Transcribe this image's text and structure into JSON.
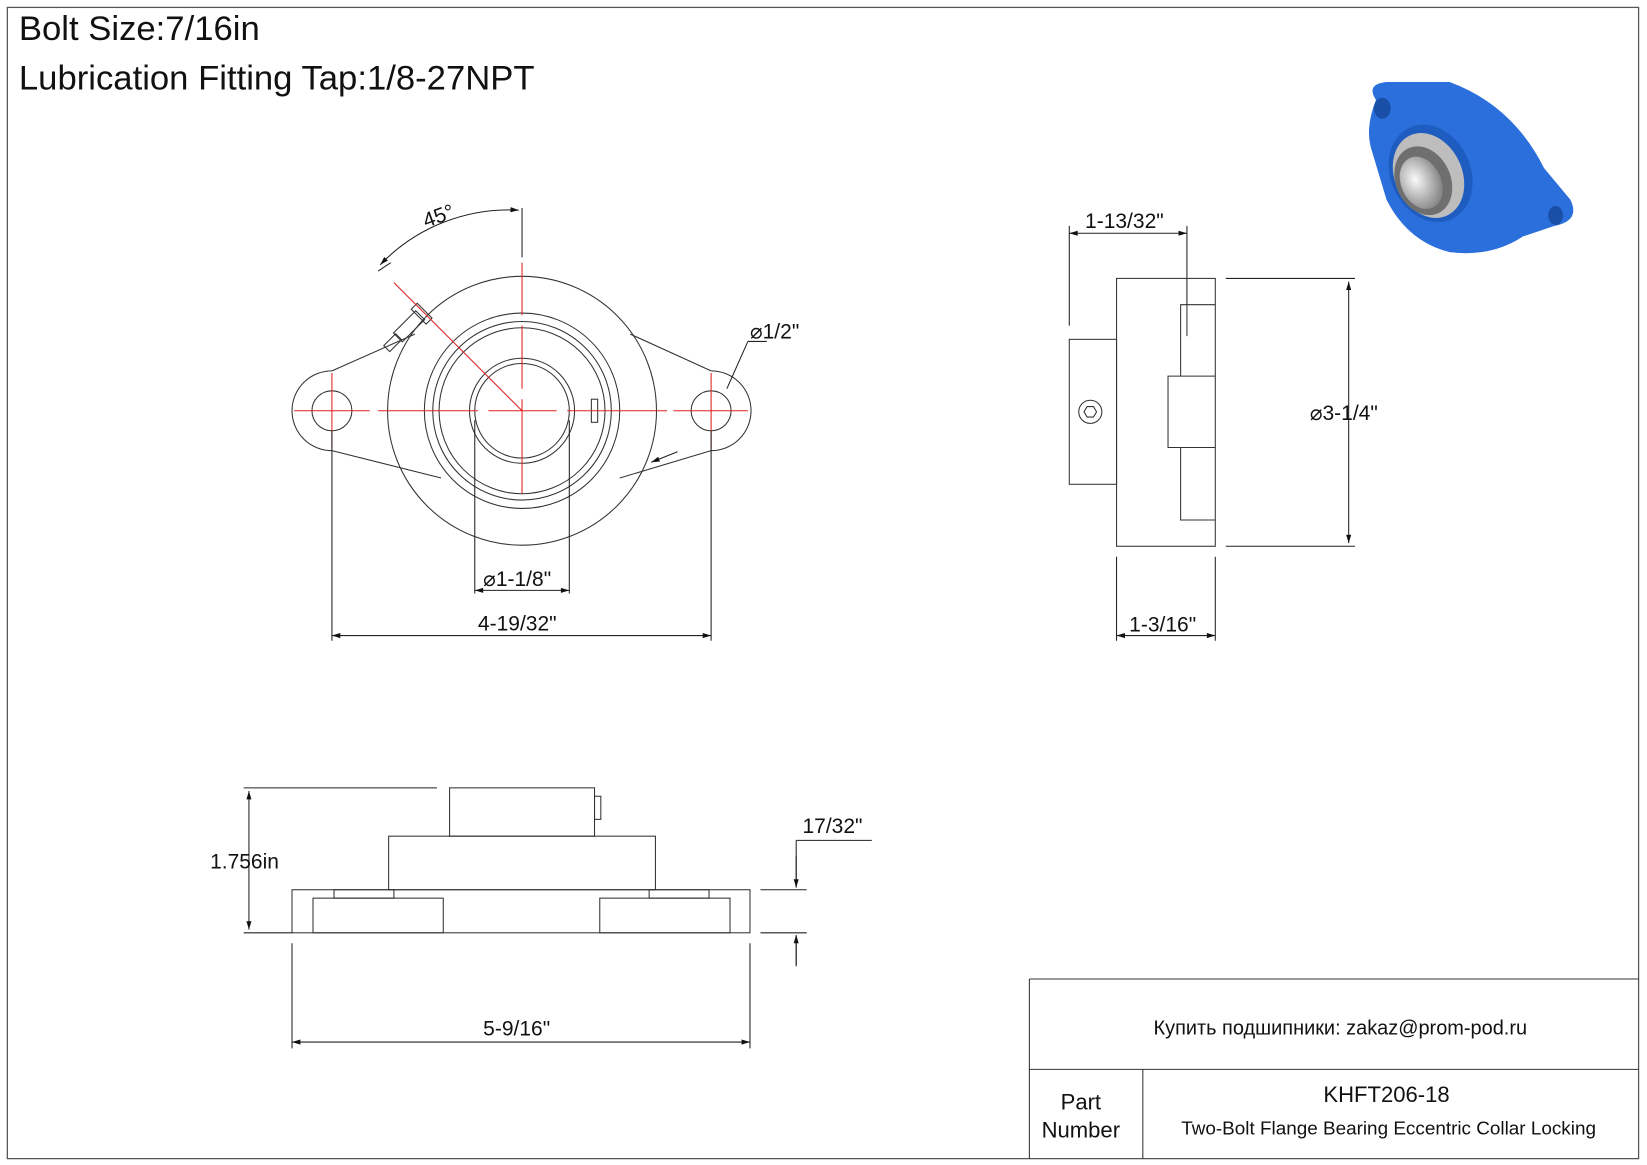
{
  "header": {
    "bolt_size": "Bolt Size:7/16in",
    "lubrication": "Lubrication Fitting Tap:1/8-27NPT"
  },
  "front_view": {
    "angle": "45°",
    "bolt_hole_dia": "1/2\"",
    "bore_dia": "1-1/8\"",
    "bolt_spacing": "4-19/32\""
  },
  "side_view": {
    "overall_width": "1-13/32\"",
    "housing_dia": "3-1/4\"",
    "housing_width": "1-3/16\""
  },
  "bottom_view": {
    "height": "1.756in",
    "flange_thickness": "17/32\"",
    "overall_length": "5-9/16\""
  },
  "title_block": {
    "contact": "Купить подшипники: zakaz@prom-pod.ru",
    "part_label_1": "Part",
    "part_label_2": "Number",
    "part_number": "KHFT206-18",
    "description": "Two-Bolt Flange Bearing Eccentric Collar Locking"
  },
  "colors": {
    "housing": "#2a6fdc",
    "centerline": "#e02020"
  }
}
